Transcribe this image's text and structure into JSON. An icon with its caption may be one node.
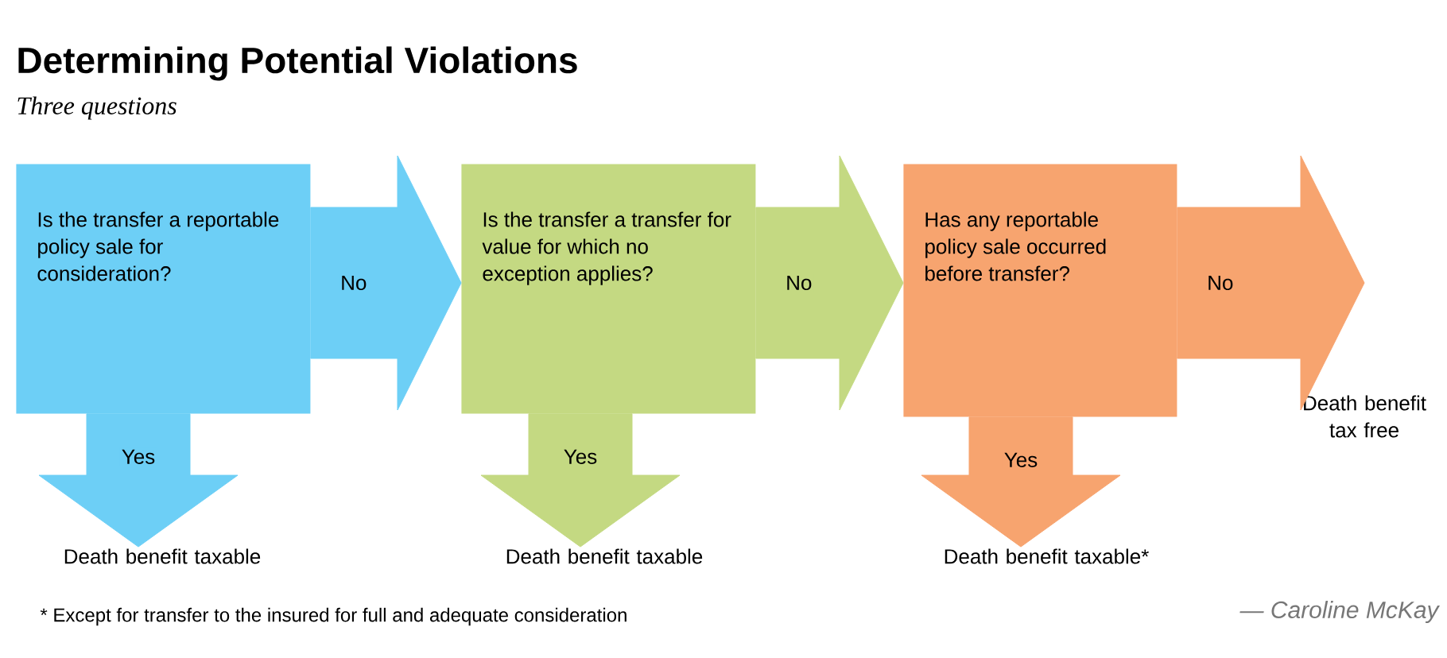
{
  "diagram": {
    "title": "Determining Potential Violations",
    "nodes": [
      {
        "text": [
          "Is the transfer a reportable policy sale for consideration?"
        ]
      },
      {
        "text": [
          "Is the transfer a transfer for value for which no exception applies?"
        ]
      },
      {
        "text": [
          "Has any reportable policy sale occurred before transfer?"
        ]
      },
      {
        "text": [
          "Death benefit taxable"
        ]
      },
      {
        "text": [
          "Death benefit taxable"
        ]
      },
      {
        "text": [
          "Death benefit taxable*"
        ]
      },
      {
        "text": [
          "Death benefit tax free"
        ]
      }
    ],
    "edges": [
      {
        "from": 0,
        "to": 1,
        "arrow": "to",
        "label": "No",
        "color": "#6dcff6"
      },
      {
        "from": 1,
        "to": 2,
        "arrow": "to",
        "label": "No",
        "color": "#c4d982"
      },
      {
        "from": 2,
        "to": 6,
        "arrow": "to",
        "label": "No",
        "color": "#f7a46f"
      },
      {
        "from": 0,
        "to": 3,
        "arrow": "to",
        "label": "Yes",
        "color": "#6dcff6"
      },
      {
        "from": 1,
        "to": 4,
        "arrow": "to",
        "label": "Yes",
        "color": "#c4d982"
      },
      {
        "from": 2,
        "to": 5,
        "arrow": "to",
        "label": "Yes",
        "color": "#f7a46f"
      }
    ],
    "labels": [
      "Three questions",
      "* Except for transfer to the insured for full and adequate consideration",
      "— Caroline McKay"
    ]
  }
}
